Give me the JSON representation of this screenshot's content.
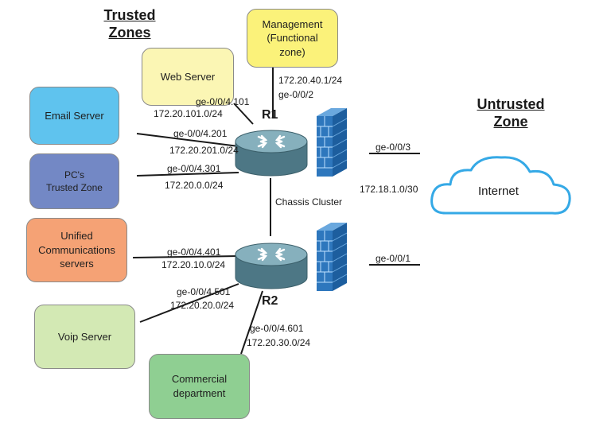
{
  "headings": {
    "trusted": "Trusted",
    "trusted_2": "Zones",
    "untrusted": "Untrusted",
    "untrusted_2": "Zone"
  },
  "nodes": {
    "management": "Management\n(Functional\nzone)",
    "web_server": "Web Server",
    "email_server": "Email Server",
    "pcs": "PC's\nTrusted Zone",
    "unified": "Unified\nCommunications\nservers",
    "voip": "Voip Server",
    "commercial": "Commercial\ndepartment",
    "internet": "Internet"
  },
  "routers": {
    "r1": "R1",
    "r2": "R2"
  },
  "cluster_label": "Chassis Cluster",
  "links": {
    "mgmt_ip": "172.20.40.1/24",
    "mgmt_if": "ge-0/0/2",
    "web_if": "ge-0/0/4.101",
    "web_ip": "172.20.101.0/24",
    "email_if": "ge-0/0/4.201",
    "email_ip": "172.20.201.0/24",
    "pcs_if": "ge-0/0/4.301",
    "pcs_ip": "172.20.0.0/24",
    "uc_if": "ge-0/0/4.401",
    "uc_ip": "172.20.10.0/24",
    "voip_if": "ge-0/0/4.501",
    "voip_ip": "172.20.20.0/24",
    "comm_if": "ge-0/0/4.601",
    "comm_ip": "172.20.30.0/24",
    "fw1_if": "ge-0/0/3",
    "fw2_if": "ge-0/0/1",
    "wan_ip": "172.18.1.0/30"
  },
  "colors": {
    "management": "#fbf27a",
    "web_server": "#fbf6b4",
    "email_server": "#5fc3ee",
    "pcs": "#7388c5",
    "unified": "#f5a275",
    "voip": "#d3e9b4",
    "commercial": "#8fcf92",
    "router": "#5e8c9a",
    "firewall": "#2e77bd",
    "cloud": "#35a9e6"
  }
}
